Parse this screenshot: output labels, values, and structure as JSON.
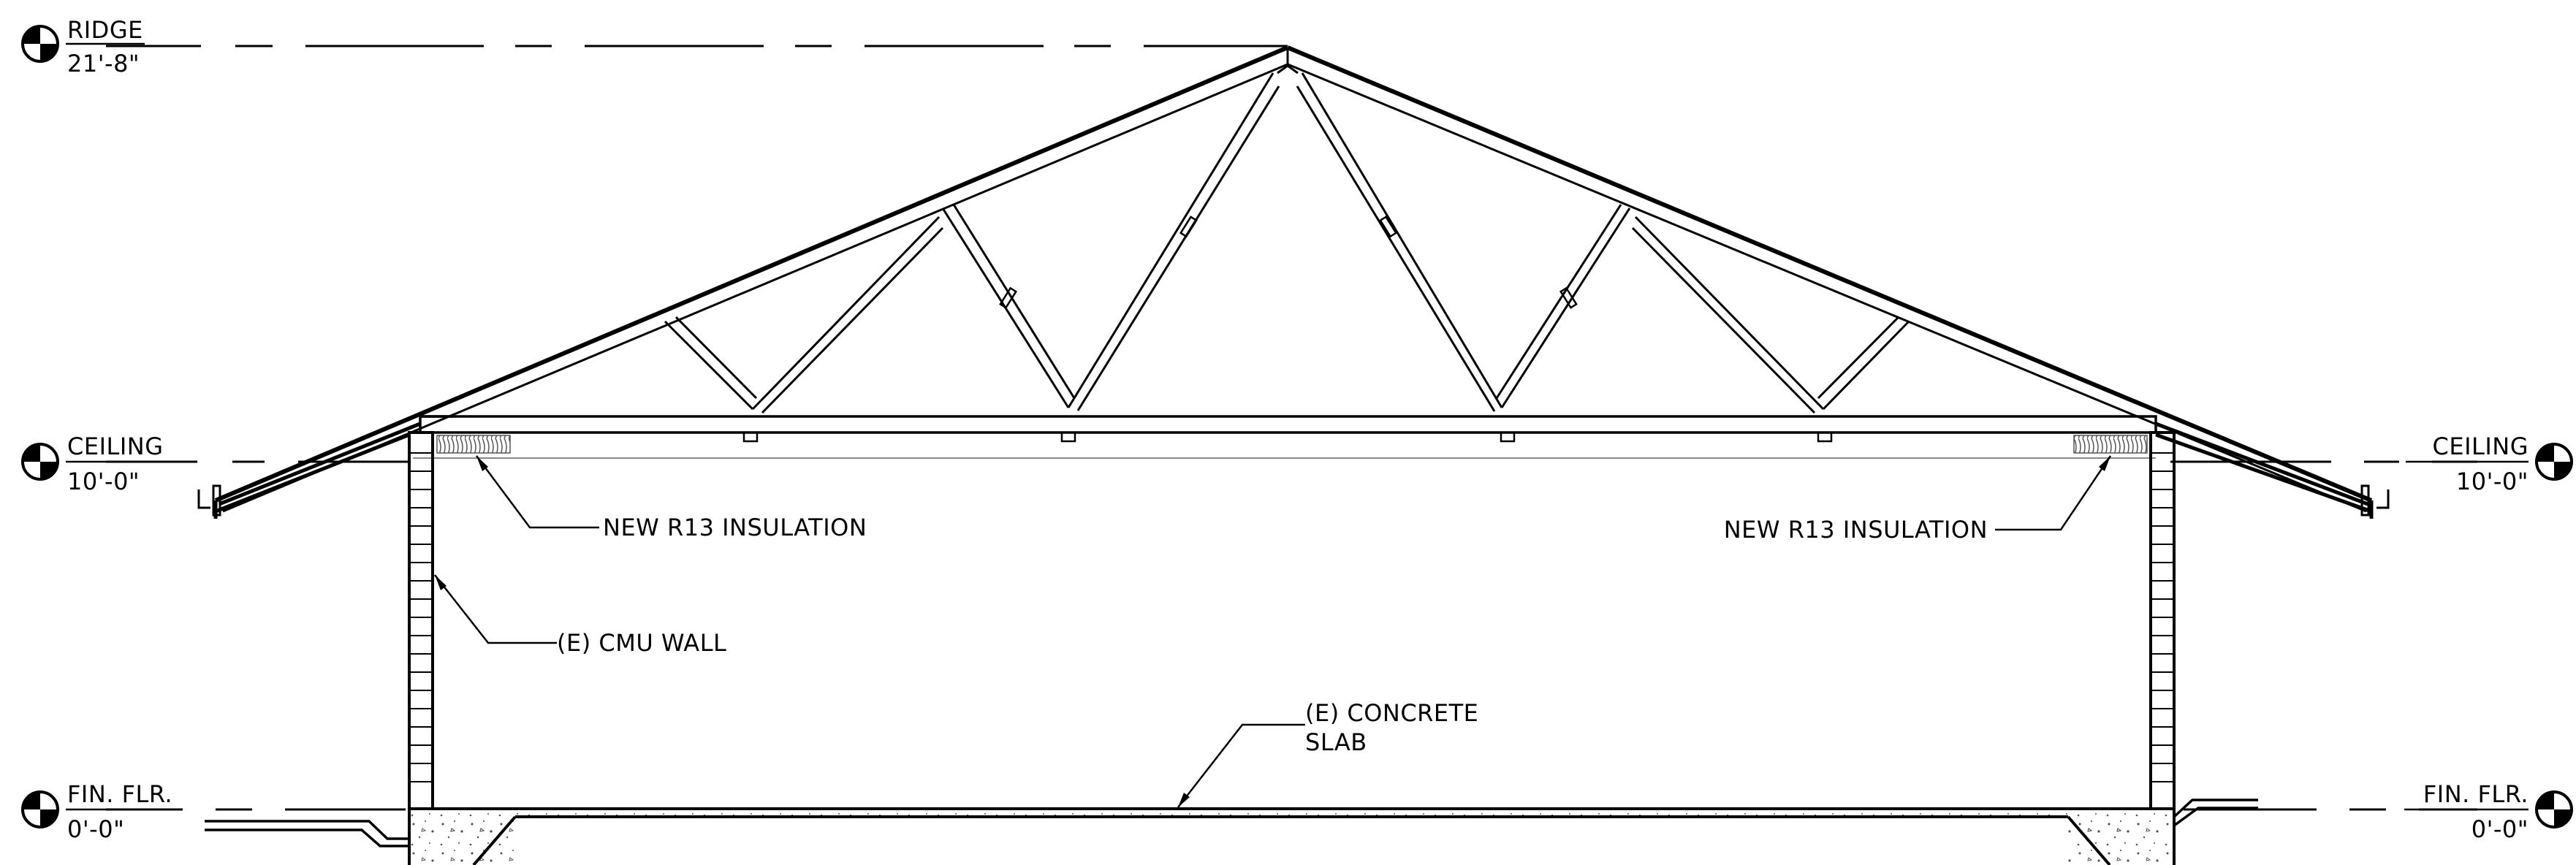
{
  "elevation_markers": {
    "ridge": {
      "name": "RIDGE",
      "value": "21'-8\""
    },
    "ceiling_left": {
      "name": "CEILING",
      "value": "10'-0\""
    },
    "ceiling_right": {
      "name": "CEILING",
      "value": "10'-0\""
    },
    "floor_left": {
      "name": "FIN. FLR.",
      "value": "0'-0\""
    },
    "floor_right": {
      "name": "FIN. FLR.",
      "value": "0'-0\""
    }
  },
  "callouts": {
    "insulation_left": "NEW R13 INSULATION",
    "insulation_right": "NEW R13 INSULATION",
    "cmu_wall": "(E) CMU WALL",
    "slab_line1": "(E) CONCRETE",
    "slab_line2": "SLAB"
  }
}
